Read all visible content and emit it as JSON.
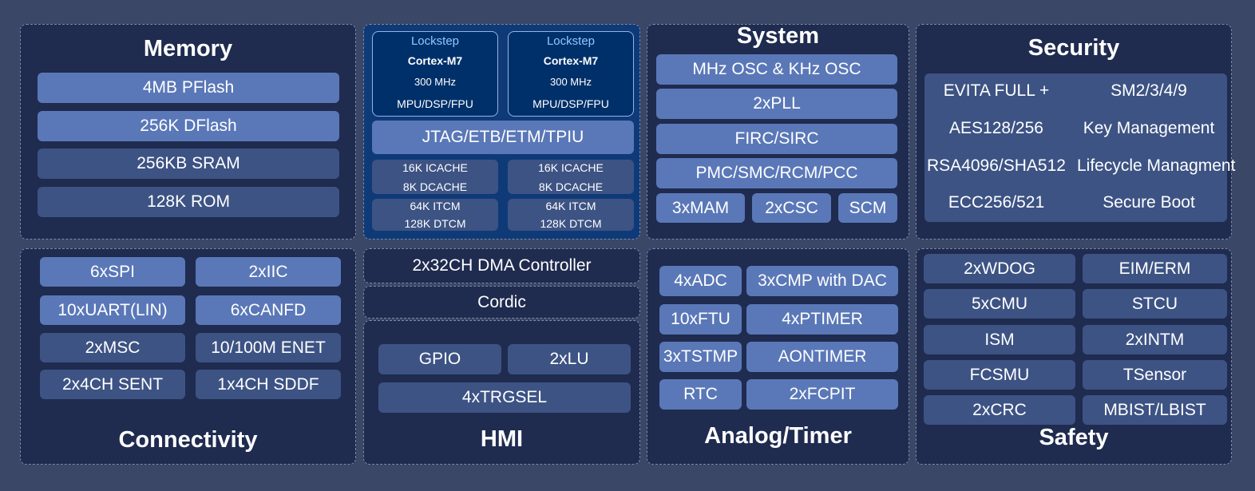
{
  "memory": {
    "title": "Memory",
    "items": [
      "4MB PFlash",
      "256K DFlash",
      "256KB SRAM",
      "128K ROM"
    ]
  },
  "core": {
    "cores": [
      {
        "lockstep": "Lockstep",
        "name": "Cortex-M7",
        "freq": "300 MHz",
        "features": "MPU/DSP/FPU"
      },
      {
        "lockstep": "Lockstep",
        "name": "Cortex-M7",
        "freq": "300 MHz",
        "features": "MPU/DSP/FPU"
      }
    ],
    "debug": "JTAG/ETB/ETM/TPIU",
    "cache": [
      {
        "line1": "16K ICACHE",
        "line2": "8K DCACHE"
      },
      {
        "line1": "16K ICACHE",
        "line2": "8K DCACHE"
      }
    ],
    "tcm": [
      {
        "line1": "64K ITCM",
        "line2": "128K DTCM"
      },
      {
        "line1": "64K ITCM",
        "line2": "128K DTCM"
      }
    ]
  },
  "system": {
    "title": "System",
    "items": [
      "MHz OSC & KHz OSC",
      "2xPLL",
      "FIRC/SIRC",
      "PMC/SMC/RCM/PCC"
    ],
    "bottom": [
      "3xMAM",
      "2xCSC",
      "SCM"
    ]
  },
  "security": {
    "title": "Security",
    "left": [
      "EVITA FULL +",
      "AES128/256",
      "RSA4096/SHA512",
      "ECC256/521"
    ],
    "right": [
      "SM2/3/4/9",
      "Key Management",
      "Lifecycle Managment",
      "Secure Boot"
    ]
  },
  "connectivity": {
    "title": "Connectivity",
    "left": [
      "6xSPI",
      "10xUART(LIN)",
      "2xMSC",
      "2x4CH SENT"
    ],
    "right": [
      "2xIIC",
      "6xCANFD",
      "10/100M ENET",
      "1x4CH SDDF"
    ]
  },
  "hmi": {
    "title": "HMI",
    "dma": "2x32CH DMA Controller",
    "cordic": "Cordic",
    "gpio": "GPIO",
    "lu": "2xLU",
    "trgsel": "4xTRGSEL"
  },
  "analog": {
    "title": "Analog/Timer",
    "left": [
      "4xADC",
      "10xFTU",
      "3xTSTMP",
      "RTC"
    ],
    "right": [
      "3xCMP with DAC",
      "4xPTIMER",
      "AONTIMER",
      "2xFCPIT"
    ]
  },
  "safety": {
    "title": "Safety",
    "left": [
      "2xWDOG",
      "5xCMU",
      "ISM",
      "FCSMU",
      "2xCRC"
    ],
    "right": [
      "EIM/ERM",
      "STCU",
      "2xINTM",
      "TSensor",
      "MBIST/LBIST"
    ]
  },
  "colors": {
    "background": "#3a4766",
    "panel": "#1f2b4f",
    "chip_light": "#5a78b8",
    "chip_medium": "#3d5384",
    "chip_dark": "#2f4270",
    "core_blue": "#00306a",
    "lockstep_text": "#8fc8ff"
  }
}
